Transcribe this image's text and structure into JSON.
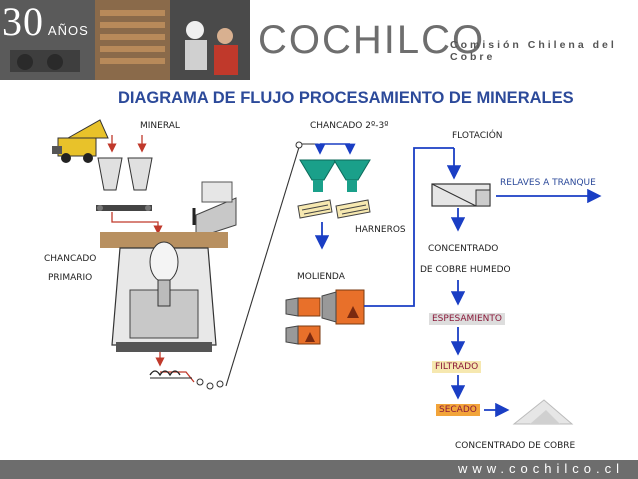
{
  "header": {
    "anos_number": "30",
    "anos_text": "AÑOS",
    "brand": "COCHILCO",
    "brand_sub": "Comisión Chilena del Cobre"
  },
  "title": "DIAGRAMA DE FLUJO PROCESAMIENTO DE MINERALES",
  "labels": {
    "mineral": "MINERAL",
    "chancado": "CHANCADO",
    "primario": "PRIMARIO",
    "chancado_23": "CHANCADO 2º-3º",
    "harneros": "HARNEROS",
    "molienda": "MOLIENDA",
    "flotacion": "FLOTACIÓN",
    "relaves": "RELAVES A TRANQUE",
    "concentrado": "CONCENTRADO",
    "cobre_humedo": "DE COBRE HUMEDO",
    "espesamiento": "ESPESAMIENTO",
    "filtrado": "FILTRADO",
    "secado": "SECADO",
    "concentrado_cobre": "CONCENTRADO DE COBRE"
  },
  "footer": {
    "url": "www.cochilco.cl"
  },
  "colors": {
    "title_blue": "#2c4a9a",
    "flow_blue": "#1a3ec4",
    "flow_red": "#c0392b",
    "crusher_teal": "#1aa08a",
    "mill_orange": "#e8702a",
    "secado_orange": "#f2a43a"
  }
}
